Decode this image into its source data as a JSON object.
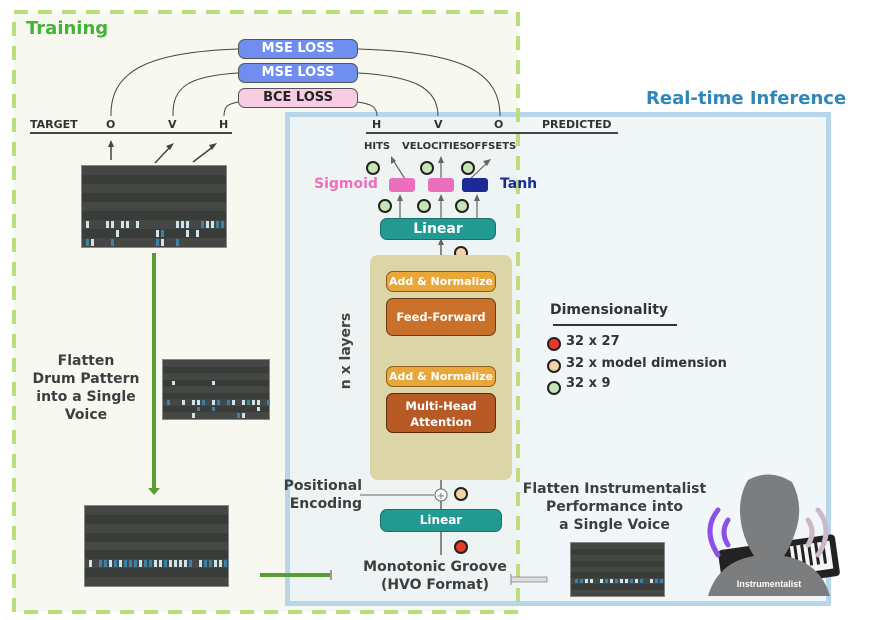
{
  "sections": {
    "training_title": "Training",
    "inference_title": "Real-time Inference"
  },
  "losses": [
    {
      "label": "MSE LOSS",
      "color": "#6f8ef0"
    },
    {
      "label": "MSE LOSS",
      "color": "#6f8ef0"
    },
    {
      "label": "BCE LOSS",
      "color": "#f8cde3"
    }
  ],
  "target_row": {
    "label": "TARGET",
    "letters": [
      "O",
      "V",
      "H"
    ]
  },
  "predicted_row": {
    "label": "PREDICTED",
    "letters": [
      "H",
      "V",
      "O"
    ]
  },
  "outputs": {
    "labels": [
      "HITS",
      "VELOCITIES",
      "OFFSETS"
    ]
  },
  "activations": {
    "sigmoid": "Sigmoid",
    "tanh": "Tanh",
    "sigmoid_color": "#ec6fbd",
    "tanh_color": "#1b2a94"
  },
  "model": {
    "linear_top": "Linear",
    "add_norm_1": "Add & Normalize",
    "feed_forward": "Feed-Forward",
    "add_norm_2": "Add & Normalize",
    "mha_line1": "Multi-Head",
    "mha_line2": "Attention",
    "n_layers": "n x layers",
    "positional_line1": "Positional",
    "positional_line2": "Encoding",
    "linear_bottom": "Linear",
    "input_line1": "Monotonic Groove",
    "input_line2": "(HVO Format)"
  },
  "legend": {
    "title": "Dimensionality",
    "items": [
      {
        "label": "32 x 27",
        "color": "#e8392a"
      },
      {
        "label": "32 x model dimension",
        "color": "#f2d3a6"
      },
      {
        "label": "32 x 9",
        "color": "#c6e5b4"
      }
    ]
  },
  "flatten_drum": {
    "line1": "Flatten",
    "line2": "Drum Pattern",
    "line3": "into a Single",
    "line4": "Voice"
  },
  "flatten_inst": {
    "line1": "Flatten Instrumentalist",
    "line2": "Performance into",
    "line3": "a Single Voice"
  },
  "instrumentalist": {
    "label": "Instrumentalist"
  }
}
